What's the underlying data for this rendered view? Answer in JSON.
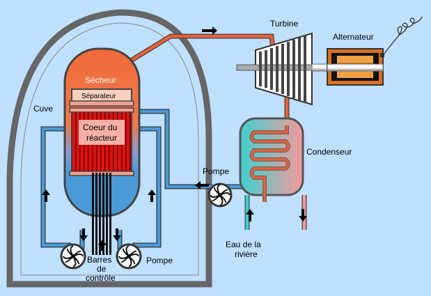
{
  "labels": {
    "turbine": "Turbine",
    "alternator": "Alternateur",
    "dryer": "Sécheur",
    "separator": "Séparateur",
    "vessel": "Cuve",
    "core_line1": "Coeur du",
    "core_line2": "réacteur",
    "condenser": "Condenseur",
    "pump_condenser": "Pompe",
    "pump_recirc": "Pompe",
    "river_line1": "Eau de la",
    "river_line2": "rivière",
    "rods_line1": "Barres",
    "rods_line2": "de",
    "rods_line3": "contrôle"
  },
  "colors": {
    "background": "#bfe0ff",
    "steam": "#e8603a",
    "water": "#4a9ad8",
    "core": "#e01010",
    "condenser_cold": "#3fd0d0",
    "condenser_hot": "#f09a9a"
  }
}
